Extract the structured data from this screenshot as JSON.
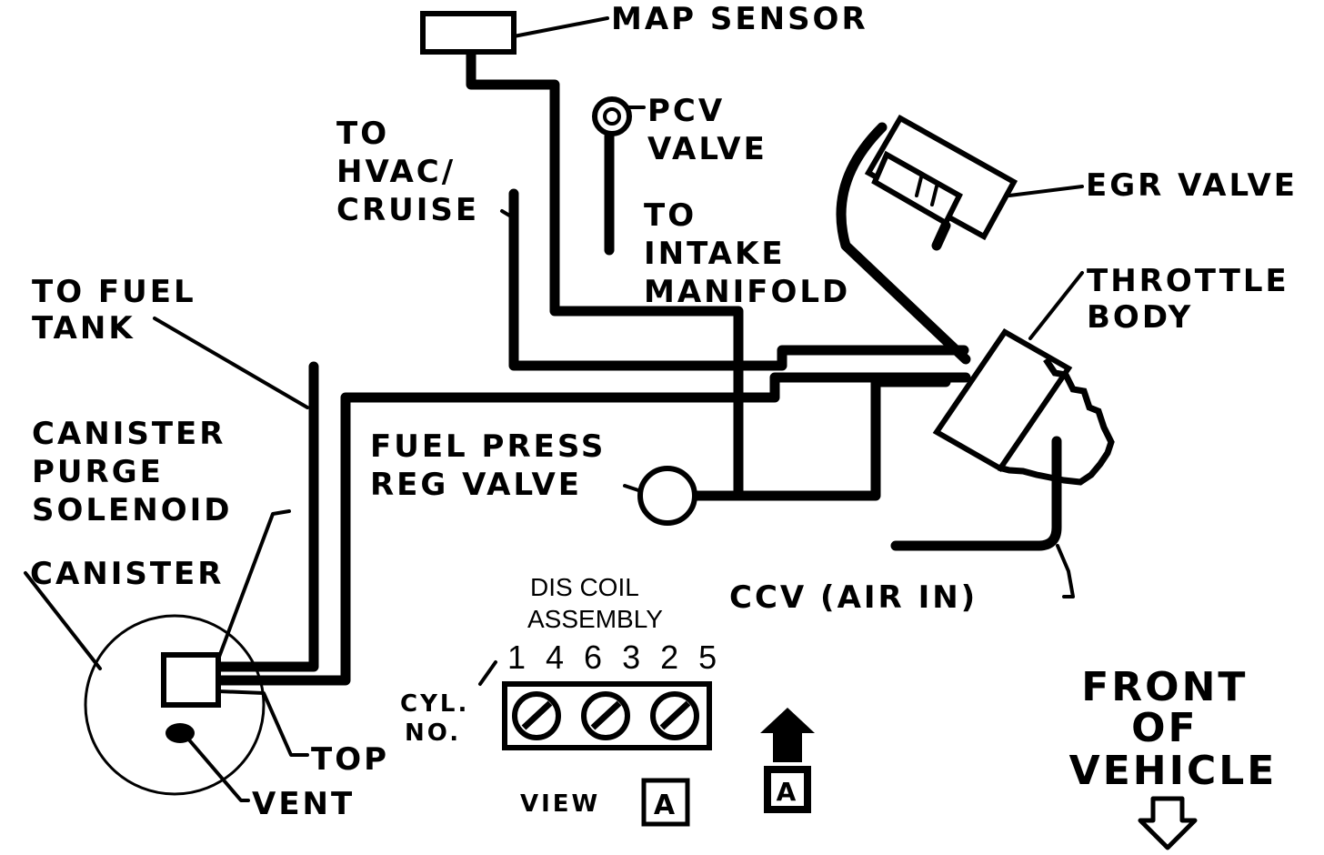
{
  "labels": {
    "map_sensor": "MAP SENSOR",
    "pcv_valve": [
      "PCV",
      "VALVE"
    ],
    "to_hvac_cruise": [
      "TO",
      "HVAC/",
      "CRUISE"
    ],
    "to_intake_manifold": [
      "TO",
      "INTAKE",
      "MANIFOLD"
    ],
    "egr_valve": "EGR VALVE",
    "throttle_body": [
      "THROTTLE",
      "BODY"
    ],
    "to_fuel_tank": [
      "TO FUEL",
      "TANK"
    ],
    "canister_purge_solenoid": [
      "CANISTER",
      "PURGE",
      "SOLENOID"
    ],
    "canister": "CANISTER",
    "fuel_press_reg_valve": [
      "FUEL PRESS",
      "REG VALVE"
    ],
    "ccv_air_in": "CCV (AIR IN)",
    "top": "TOP",
    "vent": "VENT"
  },
  "dis_coil": {
    "title": [
      "DIS COIL",
      "ASSEMBLY"
    ],
    "firing_order": "1 4 6 3 2 5",
    "cyl_no": [
      "CYL.",
      "NO."
    ],
    "view": "VIEW",
    "view_marker": "A"
  },
  "front_of_vehicle": [
    "FRONT",
    "OF",
    "VEHICLE"
  ],
  "colors": {
    "ink": "#000000",
    "paper": "#ffffff"
  }
}
